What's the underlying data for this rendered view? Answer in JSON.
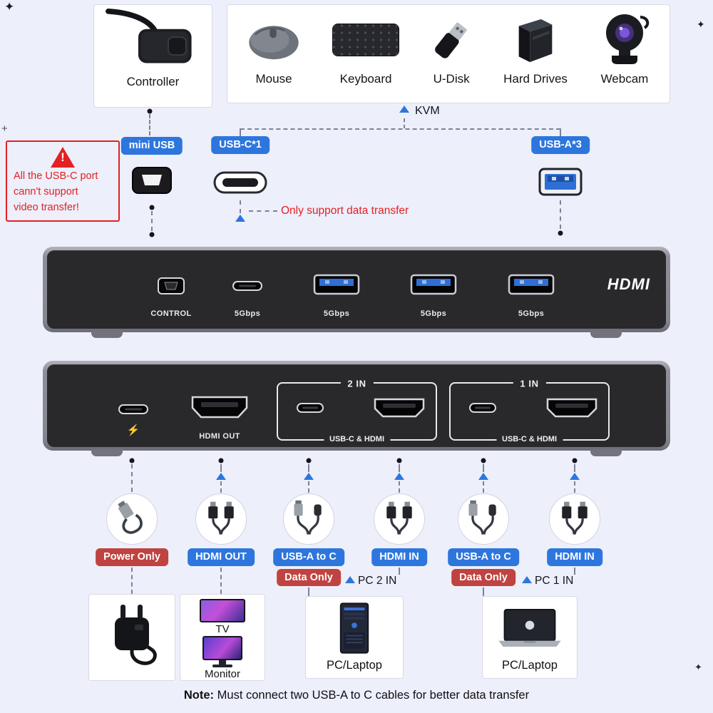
{
  "top": {
    "controller": {
      "label": "Controller"
    },
    "peripherals": [
      {
        "label": "Mouse"
      },
      {
        "label": "Keyboard"
      },
      {
        "label": "U-Disk"
      },
      {
        "label": "Hard Drives"
      },
      {
        "label": "Webcam"
      }
    ],
    "kvm_label": "KVM"
  },
  "port_badges": {
    "mini_usb": "mini USB",
    "usb_c": "USB-C*1",
    "usb_a": "USB-A*3"
  },
  "warning": {
    "lines": [
      "All the USB-C port",
      "cann't support",
      "video transfer!"
    ]
  },
  "data_transfer_note": "Only support data transfer",
  "device_top": {
    "port_labels": [
      "CONTROL",
      "5Gbps",
      "5Gbps",
      "5Gbps",
      "5Gbps"
    ],
    "brand": "HDMI"
  },
  "device_bottom": {
    "power_symbol": "⚡",
    "hdmi_out_label": "HDMI OUT",
    "groups": [
      {
        "title": "2 IN",
        "label": "USB-C & HDMI"
      },
      {
        "title": "1 IN",
        "label": "USB-C & HDMI"
      }
    ]
  },
  "cables": [
    {
      "label": "Power Only",
      "style": "red"
    },
    {
      "label": "HDMI OUT",
      "style": "blue"
    },
    {
      "label": "USB-A to C",
      "style": "blue",
      "sub_label": "Data Only"
    },
    {
      "label": "HDMI IN",
      "style": "blue",
      "pc_label": "PC 2 IN"
    },
    {
      "label": "USB-A to C",
      "style": "blue",
      "sub_label": "Data Only"
    },
    {
      "label": "HDMI IN",
      "style": "blue",
      "pc_label": "PC 1 IN"
    }
  ],
  "bottom_devices": {
    "tv": "TV",
    "monitor": "Monitor",
    "desktop": "PC/Laptop",
    "laptop": "PC/Laptop"
  },
  "note": {
    "prefix": "Note:",
    "text": " Must connect two USB-A to C cables for better data transfer"
  },
  "colors": {
    "badge_blue": "#2d76dd",
    "badge_red": "#bf4340",
    "warning_red": "#e32124",
    "device_body": "#29292b",
    "usb_a_blue": "#2e6fd6"
  },
  "icons": [
    "controller-icon",
    "mouse-icon",
    "keyboard-icon",
    "udisk-icon",
    "hard-drive-icon",
    "webcam-icon",
    "warning-icon",
    "mini-usb-port-icon",
    "usb-c-port-icon",
    "usb-a-port-icon",
    "hdmi-port-icon",
    "power-cable-icon",
    "hdmi-cable-icon",
    "usb-a-to-c-cable-icon",
    "power-adapter-icon",
    "tv-icon",
    "monitor-icon",
    "desktop-tower-icon",
    "laptop-icon",
    "arrow-up-icon",
    "sparkle-icon",
    "lightning-icon"
  ]
}
